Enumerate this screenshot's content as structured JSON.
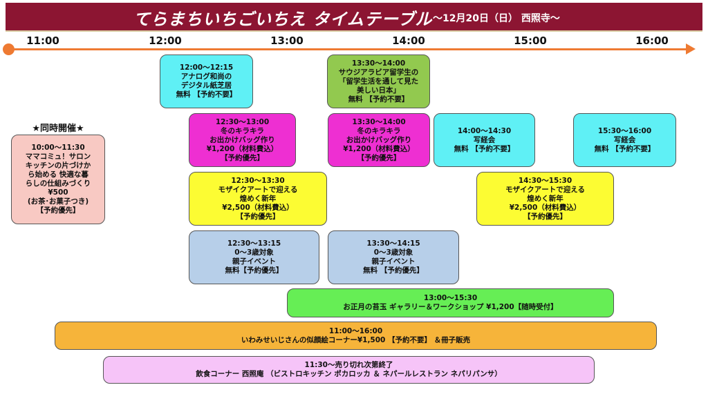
{
  "header": {
    "title": "てらまちいちごいちえ タイムテーブル",
    "subtitle": "〜12月20日（日） 西照寺〜"
  },
  "timeline": {
    "ticks": [
      "11:00",
      "12:00",
      "13:00",
      "14:00",
      "15:00",
      "16:00"
    ]
  },
  "concurrent": {
    "label": "★同時開催★",
    "lines": [
      "10:00〜11:30",
      "ママコミュ！サロン",
      "キッチンの片づけか",
      "ら始める 快適な暮",
      "らしの仕組みづくり",
      "¥500",
      "(お茶･お菓子つき)",
      "【予約優先】"
    ]
  },
  "events": [
    {
      "lines": [
        "12:00〜12:15",
        "アナログ和尚の",
        "デジタル紙芝居",
        "無料 【予約不要】"
      ]
    },
    {
      "lines": [
        "13:30〜14:00",
        "サウジアラビア留学生の",
        "「留学生活を通して見た",
        "美しい日本」",
        "無料 【予約不要】"
      ]
    },
    {
      "lines": [
        "12:30〜13:00",
        "冬のキラキラ",
        "お出かけバッグ作り",
        "¥1,200（材料費込）",
        "【予約優先】"
      ]
    },
    {
      "lines": [
        "13:30〜14:00",
        "冬のキラキラ",
        "お出かけバッグ作り",
        "¥1,200（材料費込）",
        "【予約優先】"
      ]
    },
    {
      "lines": [
        "14:00〜14:30",
        "写経会",
        "無料 【予約不要】"
      ]
    },
    {
      "lines": [
        "15:30〜16:00",
        "写経会",
        "無料 【予約不要】"
      ]
    },
    {
      "lines": [
        "12:30〜13:30",
        "モザイクアートで迎える",
        "煌めく新年",
        "¥2,500（材料費込）",
        "【予約優先】"
      ]
    },
    {
      "lines": [
        "14:30〜15:30",
        "モザイクアートで迎える",
        "煌めく新年",
        "¥2,500（材料費込）",
        "【予約優先】"
      ]
    },
    {
      "lines": [
        "12:30〜13:15",
        "0〜3歳対象",
        "親子イベント",
        "無料【予約優先】"
      ]
    },
    {
      "lines": [
        "13:30〜14:15",
        "0〜3歳対象",
        "親子イベント",
        "無料 【予約優先】"
      ]
    },
    {
      "lines": [
        "13:00〜15:30",
        "お正月の苔玉 ギャラリー＆ワークショップ ¥1,200【随時受付】"
      ]
    },
    {
      "lines": [
        "11:00〜16:00",
        "いわみせいじさんの似顔絵コーナー¥1,500 【予約不要】 ＆冊子販売"
      ]
    },
    {
      "lines": [
        "11:30〜売り切れ次第終了",
        "飲食コーナー 西照庵 （ビストロキッチン ポカロッカ ＆ ネパールレストラン ネパリパンサ）"
      ]
    }
  ]
}
